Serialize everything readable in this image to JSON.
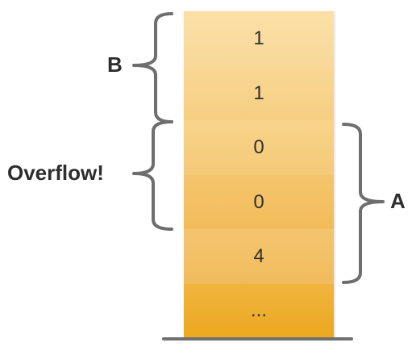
{
  "cells": [
    "1",
    "1",
    "0",
    "0",
    "4",
    "..."
  ],
  "braces": {
    "b_label": "B",
    "overflow_label": "Overflow!",
    "a_label": "A"
  },
  "colors": {
    "brace": "#6e6e6e",
    "baseline": "#707070",
    "cell_top": "#fbe0a6",
    "cell_bottom": "#eba820"
  }
}
